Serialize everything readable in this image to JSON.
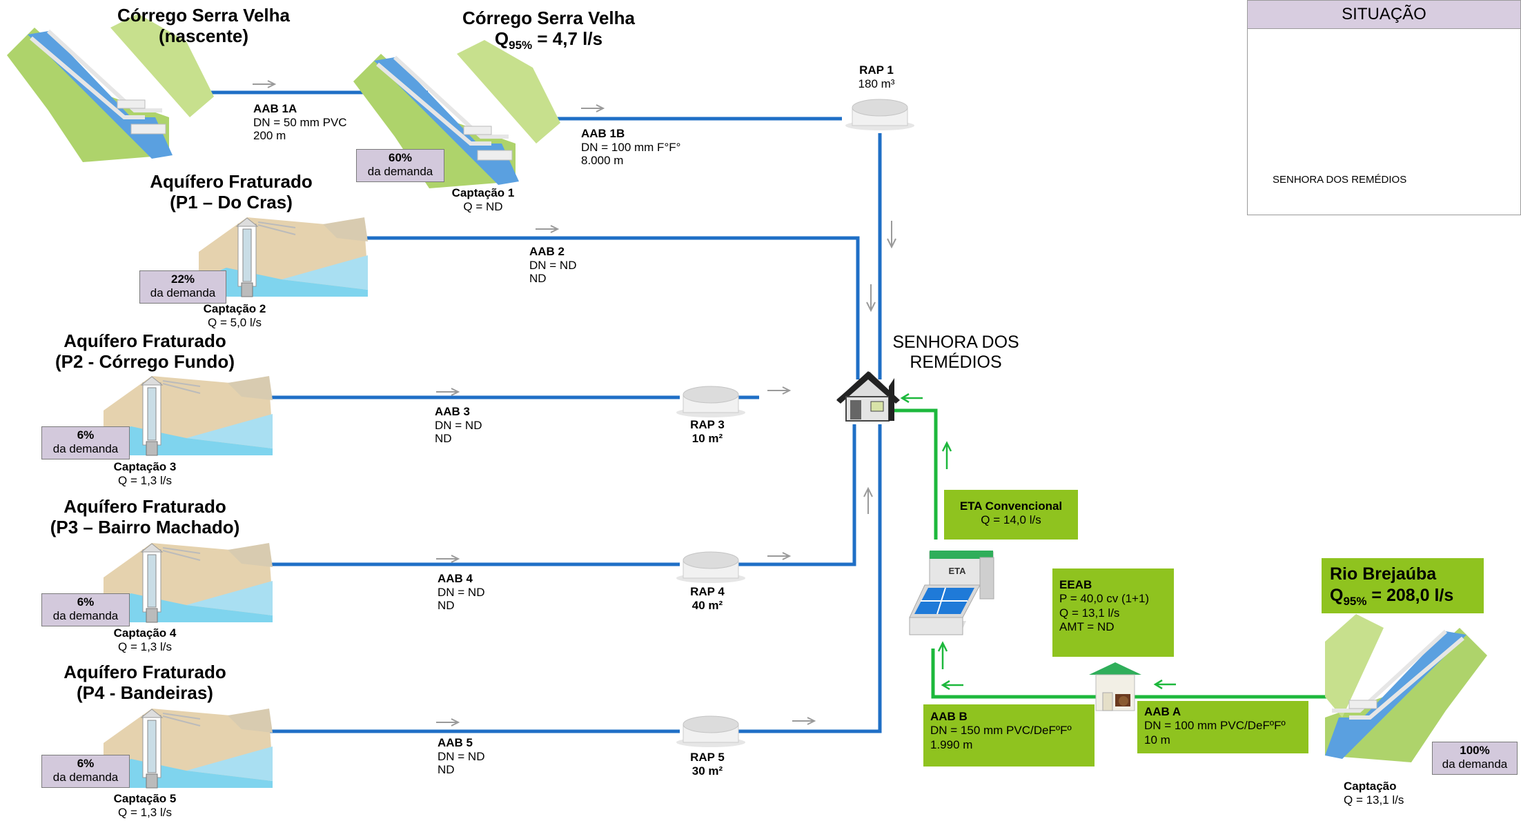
{
  "sources": {
    "nascente": {
      "line1": "Córrego Serra Velha",
      "line2": "(nascente)"
    },
    "serra_velha": {
      "line1": "Córrego Serra Velha",
      "q_prefix": "Q",
      "q_sub": "95%",
      "q_value": " = 4,7 l/s"
    },
    "p1": {
      "line1": "Aquífero Fraturado",
      "line2": "(P1 – Do Cras)"
    },
    "p2": {
      "line1": "Aquífero Fraturado",
      "line2": "(P2 - Córrego Fundo)"
    },
    "p3": {
      "line1": "Aquífero Fraturado",
      "line2": "(P3 – Bairro Machado)"
    },
    "p4": {
      "line1": "Aquífero Fraturado",
      "line2": "(P4 - Bandeiras)"
    },
    "brejauba": {
      "line1": "Rio Brejaúba",
      "q_prefix": "Q",
      "q_sub": "95%",
      "q_value": " = 208,0 l/s"
    }
  },
  "demand": {
    "c1": {
      "pct": "60%",
      "label": "da demanda"
    },
    "c2": {
      "pct": "22%",
      "label": "da demanda"
    },
    "c3": {
      "pct": "6%",
      "label": "da demanda"
    },
    "c4": {
      "pct": "6%",
      "label": "da demanda"
    },
    "c5": {
      "pct": "6%",
      "label": "da demanda"
    },
    "ca": {
      "pct": "100%",
      "label": "da demanda"
    }
  },
  "captacoes": {
    "c1": {
      "name": "Captação 1",
      "q": "Q = ND"
    },
    "c2": {
      "name": "Captação 2",
      "q": "Q = 5,0 l/s"
    },
    "c3": {
      "name": "Captação 3",
      "q": "Q = 1,3 l/s"
    },
    "c4": {
      "name": "Captação 4",
      "q": "Q = 1,3 l/s"
    },
    "c5": {
      "name": "Captação 5",
      "q": "Q = 1,3 l/s"
    },
    "ca": {
      "name": "Captação",
      "q": "Q = 13,1 l/s"
    }
  },
  "adutoras": {
    "aab1a": {
      "name": "AAB 1A",
      "dn": "DN = 50 mm PVC",
      "len": "200 m"
    },
    "aab1b": {
      "name": "AAB 1B",
      "dn": "DN = 100 mm F°F°",
      "len": "8.000 m"
    },
    "aab2": {
      "name": "AAB 2",
      "dn": "DN = ND",
      "len": "ND"
    },
    "aab3": {
      "name": "AAB 3",
      "dn": "DN = ND",
      "len": "ND"
    },
    "aab4": {
      "name": "AAB 4",
      "dn": "DN = ND",
      "len": "ND"
    },
    "aab5": {
      "name": "AAB 5",
      "dn": "DN = ND",
      "len": "ND"
    },
    "aaba": {
      "name": "AAB A",
      "dn": "DN = 100 mm PVC/DeFºFº",
      "len": "10 m"
    },
    "aabb": {
      "name": "AAB B",
      "dn": "DN = 150 mm PVC/DeFºFº",
      "len": "1.990 m"
    }
  },
  "reservatorios": {
    "rap1": {
      "name": "RAP 1",
      "vol": "180 m³"
    },
    "rap3": {
      "name": "RAP 3",
      "vol": "10 m²"
    },
    "rap4": {
      "name": "RAP 4",
      "vol": "40 m²"
    },
    "rap5": {
      "name": "RAP 5",
      "vol": "30 m²"
    }
  },
  "city": {
    "line1": "SENHORA DOS",
    "line2": "REMÉDIOS"
  },
  "eta": {
    "title": "ETA Convencional",
    "q": "Q =  14,0 l/s",
    "icon_label": "ETA"
  },
  "eeab": {
    "title": "EEAB",
    "p": "P =  40,0 cv (1+1)",
    "q": "Q = 13,1 l/s",
    "amt": "AMT = ND"
  },
  "situacao": {
    "title": "SITUAÇÃO",
    "city_label": "SENHORA DOS REMÉDIOS"
  },
  "colors": {
    "blue_pipe": "#1f6fc6",
    "green_pipe": "#1db83c",
    "green_box": "#8fc31f",
    "demand_box": "#d3c9dc",
    "arrow_gray": "#9a9a9a",
    "map_gray": "#8c8c8c"
  },
  "icons": [
    "stream-icon",
    "well-icon",
    "reservoir-icon",
    "house-icon",
    "eta-icon",
    "pump-station-icon",
    "state-map-icon"
  ]
}
